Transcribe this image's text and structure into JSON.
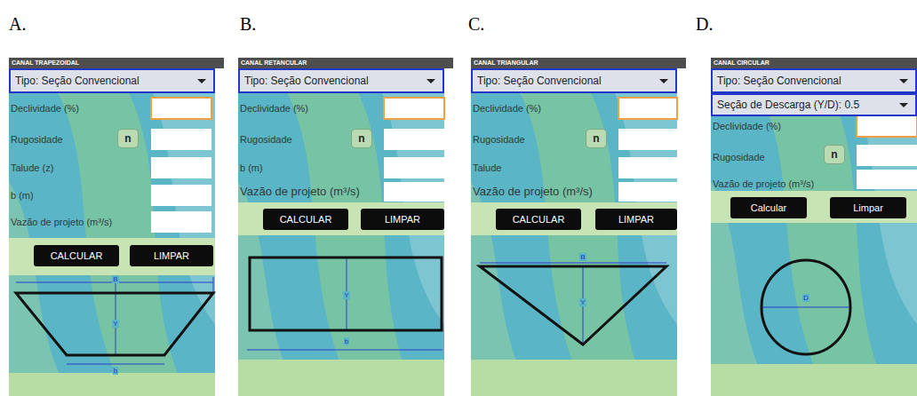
{
  "diagram": {
    "nodes": [
      {
        "text": [
          "CANAL TRAPEZOIDAL"
        ]
      },
      {
        "text": [
          "Tipo: Seção Convencional"
        ],
        "in": 0
      },
      {
        "text": [
          "n"
        ],
        "in": 0
      },
      {
        "text": [
          "CALCULAR"
        ],
        "in": 0
      },
      {
        "text": [
          "LIMPAR"
        ],
        "in": 0
      },
      {
        "text": [
          "CANAL RETANCULAR"
        ]
      },
      {
        "text": [
          "Tipo: Seção Convencional"
        ],
        "in": 5
      },
      {
        "text": [
          "n"
        ],
        "in": 5
      },
      {
        "text": [
          "CALCULAR"
        ],
        "in": 5
      },
      {
        "text": [
          "LIMPAR"
        ],
        "in": 5
      },
      {
        "text": [
          "CANAL TRIANGULAR"
        ]
      },
      {
        "text": [
          "Tipo: Seção Convencional"
        ],
        "in": 10
      },
      {
        "text": [
          "n"
        ],
        "in": 10
      },
      {
        "text": [
          "CALCULAR"
        ],
        "in": 10
      },
      {
        "text": [
          "LIMPAR"
        ],
        "in": 10
      },
      {
        "text": [
          "CANAL CIRCULAR"
        ]
      },
      {
        "text": [
          "Tipo: Seção Convencional"
        ],
        "in": 15
      },
      {
        "text": [
          "Seção de Descarga (Y/D): 0.5"
        ],
        "in": 15
      },
      {
        "text": [
          "n"
        ],
        "in": 15
      },
      {
        "text": [
          "Calcular"
        ],
        "in": 15
      },
      {
        "text": [
          "Limpar"
        ],
        "in": 15
      }
    ],
    "labels": [
      "A.",
      "B.",
      "C.",
      "D.",
      "Declividade (%)",
      "Rugosidade",
      "Talude (z)",
      "b (m)",
      "Vazão de projeto (m³/s)",
      "B",
      "Y",
      "b",
      "Declividade (%)",
      "Rugosidade",
      "b (m)",
      "Vazão de projeto (m³/s)",
      "Y",
      "b",
      "Declividade (%)",
      "Rugosidade",
      "Talude",
      "Vazão de projeto (m³/s)",
      "B",
      "Y",
      "Declividade (%)",
      "Rugosidade",
      "Vazão de projeto (m³/s)",
      "D"
    ]
  }
}
